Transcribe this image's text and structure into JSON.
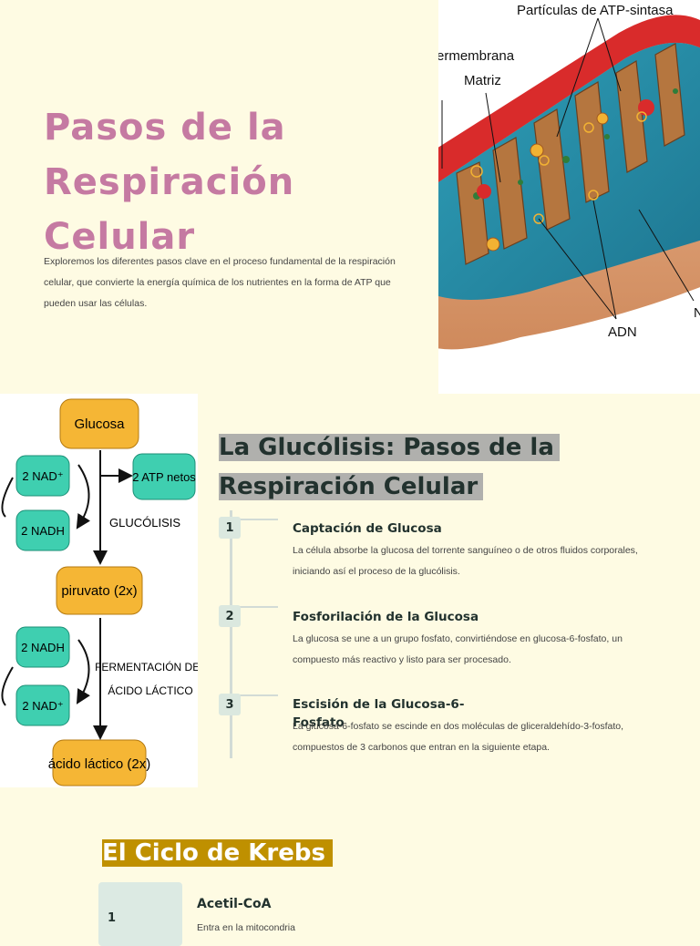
{
  "hero": {
    "title": "Pasos de la Respiración Celular",
    "description": "Exploremos los diferentes pasos clave en el proceso fundamental de la respiración celular, que convierte la energía química de los nutrientes en la forma de ATP que pueden usar las células."
  },
  "mitochondria_image": {
    "labels": {
      "atp": "Partículas de ATP-sintasa",
      "membrane": "ermembrana",
      "matrix": "Matriz",
      "dna": "ADN",
      "edge": "N"
    }
  },
  "glycolysis_diagram": {
    "glucose": "Glucosa",
    "nad1": "2 NAD⁺",
    "nadh1": "2 NADH",
    "atp": "2 ATP netos",
    "glycolysis": "GLUCÓLISIS",
    "pyruvate": "piruvato (2x)",
    "nadh2": "2 NADH",
    "nad2": "2 NAD⁺",
    "fermentation_line1": "FERMENTACIÓN DEL",
    "fermentation_line2": "ÁCIDO LÁCTICO",
    "lactic": "ácido láctico (2x)"
  },
  "section2": {
    "title": "La Glucólisis: Pasos de la Respiración Celular",
    "steps": [
      {
        "number": "1",
        "title": "Captación de Glucosa",
        "description": "La célula absorbe la glucosa del torrente sanguíneo o de otros fluidos corporales, iniciando así el proceso de la glucólisis."
      },
      {
        "number": "2",
        "title": "Fosforilación de la Glucosa",
        "description": "La glucosa se une a un grupo fosfato, convirtiéndose en glucosa-6-fosfato, un compuesto más reactivo y listo para ser procesado."
      },
      {
        "number": "3",
        "title": "Escisión de la Glucosa-6-Fosfato",
        "description": "La glucosa-6-fosfato se escinde en dos moléculas de gliceraldehído-3-fosfato, compuestos de 3 carbonos que entran en la siguiente etapa."
      }
    ]
  },
  "section3": {
    "title": "El Ciclo de Krebs",
    "steps": [
      {
        "number": "1",
        "title": "Acetil-CoA",
        "description": "Entra en la mitocondria"
      }
    ]
  },
  "colors": {
    "background": "#fefbe3",
    "hero_title": "#c57aa2",
    "section2_highlight": "#b0b0ad",
    "section3_highlight": "#bf9000",
    "dark_text": "#22322e",
    "flow_orange": "#f5b635",
    "flow_teal": "#3fcfb0"
  }
}
